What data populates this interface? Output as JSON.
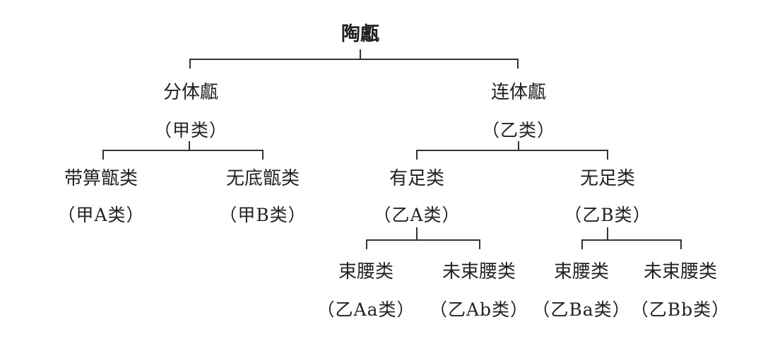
{
  "root": {
    "label": "陶甗"
  },
  "level1": [
    {
      "label": "分体甗",
      "sub": "（甲类）"
    },
    {
      "label": "连体甗",
      "sub": "（乙类）"
    }
  ],
  "level2": [
    {
      "label": "带箅甑类",
      "sub": "（甲A类）"
    },
    {
      "label": "无底甑类",
      "sub": "（甲B类）"
    },
    {
      "label": "有足类",
      "sub": "（乙A类）"
    },
    {
      "label": "无足类",
      "sub": "（乙B类）"
    }
  ],
  "level3": [
    {
      "label": "束腰类",
      "sub": "（乙Aa类）"
    },
    {
      "label": "未束腰类",
      "sub": "（乙Ab类）"
    },
    {
      "label": "束腰类",
      "sub": "（乙Ba类）"
    },
    {
      "label": "未束腰类",
      "sub": "（乙Bb类）"
    }
  ],
  "line_color": "#333333",
  "text_color": "#222222"
}
